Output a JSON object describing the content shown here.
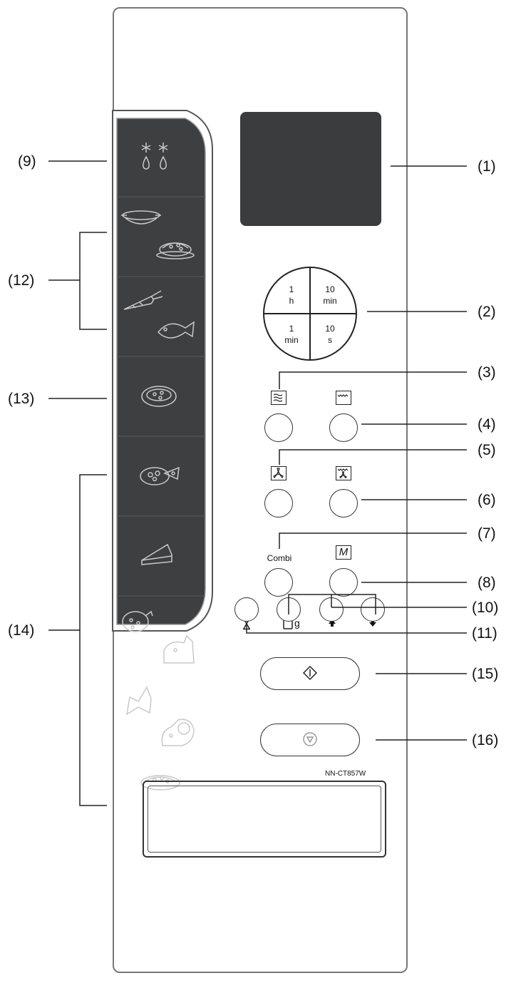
{
  "model": "NN-CT857W",
  "callouts": {
    "c1": "(1)",
    "c2": "(2)",
    "c3": "(3)",
    "c4": "(4)",
    "c5": "(5)",
    "c6": "(6)",
    "c7": "(7)",
    "c8": "(8)",
    "c9": "(9)",
    "c10": "(10)",
    "c11": "(11)",
    "c12": "(12)",
    "c13": "(13)",
    "c14": "(14)",
    "c15": "(15)",
    "c16": "(16)"
  },
  "dial": {
    "tl_num": "1",
    "tl_unit": "h",
    "tr_num": "10",
    "tr_unit": "min",
    "bl_num": "1",
    "bl_unit": "min",
    "br_num": "10",
    "br_unit": "s"
  },
  "buttons": {
    "combi_label": "Combi",
    "memory_label": "M",
    "weight_unit": "g"
  },
  "colors": {
    "program_strip": "#3d3f41",
    "display": "#3b3c3e",
    "outline": "#333333"
  },
  "program_icons": [
    "defrost-icon",
    "casserole-icon",
    "vegetable-fish-icon",
    "gratin-icon",
    "pizza-icon",
    "cake-icon",
    "poultry-pork-icon",
    "beef-fish-icon",
    "dish-icon"
  ]
}
